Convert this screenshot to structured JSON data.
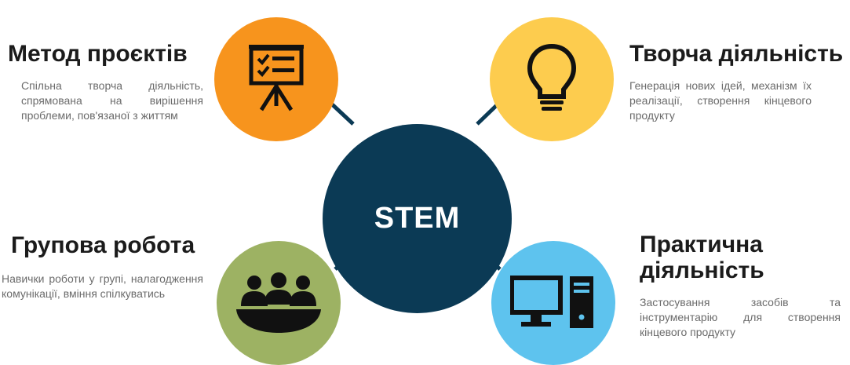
{
  "hub": {
    "label": "STEM"
  },
  "items": [
    {
      "title": "Метод проєктів",
      "description": "Спільна творча діяльність, спрямована на вирішення проблеми, пов'язаної з життям",
      "icon": "presentation-board-checklist-icon",
      "color": "#f7941d"
    },
    {
      "title": "Творча діяльність",
      "description": "Генерація нових ідей, механізм їх реалізації, створення кінцевого продукту",
      "icon": "lightbulb-icon",
      "color": "#fdcc4e"
    },
    {
      "title": "Групова робота",
      "description": "Навички роботи у групі, налагодження комунікації, вміння спілкуватись",
      "icon": "group-meeting-icon",
      "color": "#9db263"
    },
    {
      "title_line1": "Практична",
      "title_line2": "діяльність",
      "description": "Застосування засобів та інструментарію для створення кінцевого продукту",
      "icon": "desktop-computer-icon",
      "color": "#5ec3ee"
    }
  ],
  "colors": {
    "hub": "#0b3a55",
    "connector": "#0b3a55"
  }
}
